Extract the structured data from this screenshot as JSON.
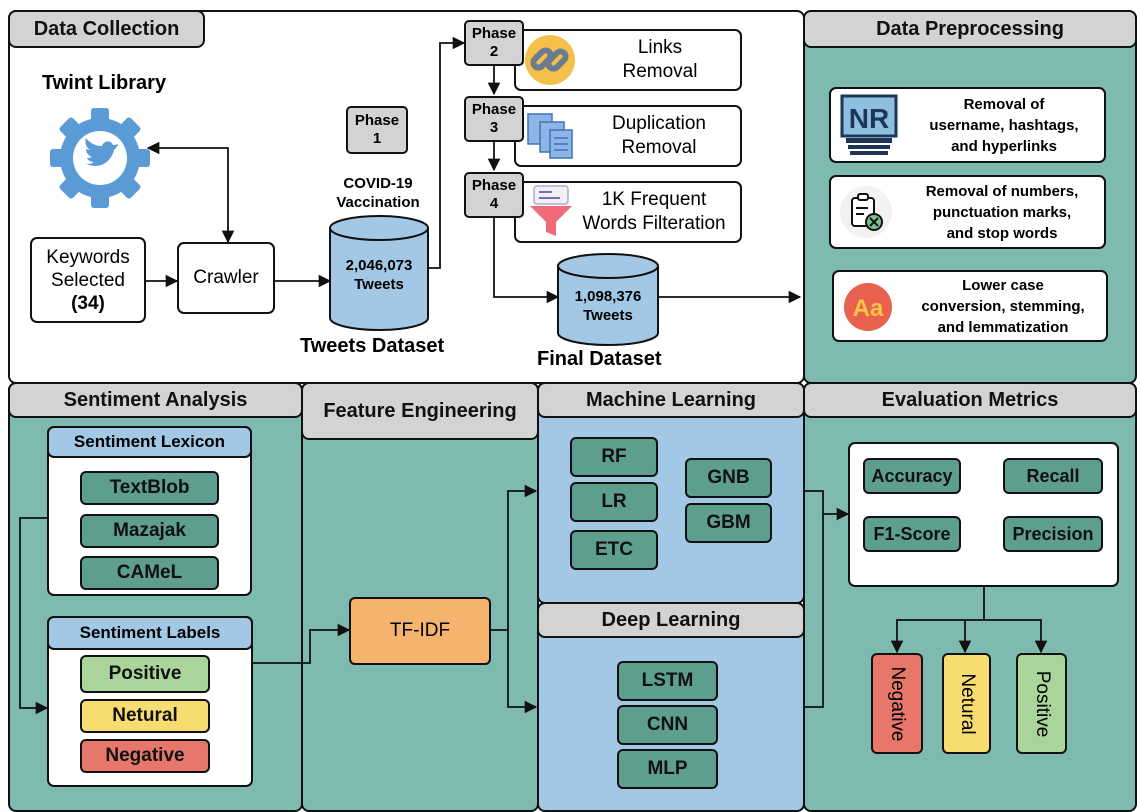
{
  "data_collection": {
    "title": "Data Collection",
    "library": "Twint Library",
    "keywords": {
      "line1": "Keywords",
      "line2": "Selected",
      "count": "(34)"
    },
    "crawler": "Crawler",
    "phase1": {
      "word": "Phase",
      "num": "1"
    },
    "covid_label": {
      "line1": "COVID-19",
      "line2": "Vaccination"
    },
    "tweets_db": {
      "count": "2,046,073",
      "unit": "Tweets",
      "caption": "Tweets Dataset"
    },
    "phases": [
      {
        "word": "Phase",
        "num": "2",
        "line1": "Links",
        "line2": "Removal"
      },
      {
        "word": "Phase",
        "num": "3",
        "line1": "Duplication",
        "line2": "Removal"
      },
      {
        "word": "Phase",
        "num": "4",
        "line1": "1K Frequent",
        "line2": "Words Filteration"
      }
    ],
    "final_db": {
      "count": "1,098,376",
      "unit": "Tweets",
      "caption": "Final Dataset"
    }
  },
  "preprocessing": {
    "title": "Data Preprocessing",
    "items": [
      {
        "icon_text": "NR",
        "line1": "Removal of",
        "line2": "username, hashtags,",
        "line3": "and hyperlinks"
      },
      {
        "line1": "Removal of numbers,",
        "line2": "punctuation marks,",
        "line3": "and stop words"
      },
      {
        "icon_text": "Aa",
        "line1": "Lower case",
        "line2": "conversion, stemming,",
        "line3": "and lemmatization"
      }
    ]
  },
  "sentiment": {
    "title": "Sentiment Analysis",
    "lexicon_title": "Sentiment Lexicon",
    "lexicons": [
      "TextBlob",
      "Mazajak",
      "CAMeL"
    ],
    "labels_title": "Sentiment Labels",
    "labels": [
      "Positive",
      "Netural",
      "Negative"
    ]
  },
  "feature": {
    "title": "Feature Engineering",
    "tfidf": "TF-IDF"
  },
  "ml": {
    "title": "Machine Learning",
    "models": [
      "RF",
      "LR",
      "ETC",
      "GNB",
      "GBM"
    ]
  },
  "dl": {
    "title": "Deep Learning",
    "models": [
      "LSTM",
      "CNN",
      "MLP"
    ]
  },
  "eval": {
    "title": "Evaluation Metrics",
    "metrics": [
      "Accuracy",
      "Recall",
      "F1-Score",
      "Precision"
    ],
    "outputs": [
      "Negative",
      "Netural",
      "Positive"
    ]
  },
  "colors": {
    "teal_bg": "#7fbab1",
    "teal_btn": "#5d9e8e",
    "blue_bg": "#a2c8e5",
    "db_fill": "#a2c8e5",
    "header_gray": "#d3d3d3",
    "tfidf": "#f4b46e",
    "positive": "#a9d49a",
    "netural": "#f7dc6f",
    "negative": "#e8776b"
  },
  "icons": [
    "twitter-gear-icon",
    "link-icon",
    "documents-icon",
    "funnel-icon",
    "nr-icon",
    "clipboard-icon",
    "aa-icon"
  ]
}
